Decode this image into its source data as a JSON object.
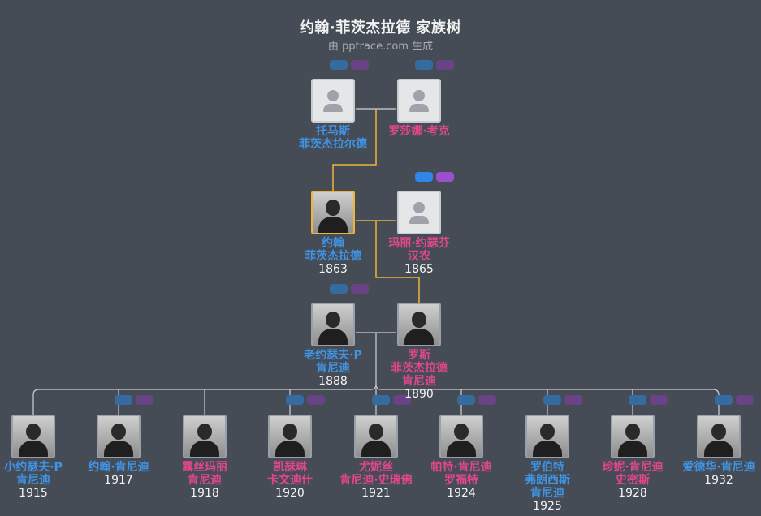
{
  "title": "约翰·菲茨杰拉德 家族树",
  "subtitle": "由 pptrace.com 生成",
  "colors": {
    "background": "#464c56",
    "male": "#3f94e6",
    "female": "#e2478c",
    "line": "#cfd2d6",
    "highlight_line": "#f0b43a"
  },
  "people": {
    "p_thomas": {
      "name_lines": [
        "托马斯",
        "菲茨杰拉尔德"
      ],
      "year": "",
      "gender": "male",
      "photo": "placeholder"
    },
    "p_rosanna": {
      "name_lines": [
        "罗莎娜·考克"
      ],
      "year": "",
      "gender": "female",
      "photo": "placeholder"
    },
    "p_john": {
      "name_lines": [
        "约翰",
        "菲茨杰拉德"
      ],
      "year": "1863",
      "gender": "male",
      "photo": "portrait",
      "selected": true
    },
    "p_mary": {
      "name_lines": [
        "玛丽·约瑟芬",
        "汉农"
      ],
      "year": "1865",
      "gender": "female",
      "photo": "placeholder"
    },
    "p_joseph_sr": {
      "name_lines": [
        "老约瑟夫·P",
        "肯尼迪"
      ],
      "year": "1888",
      "gender": "male",
      "photo": "portrait"
    },
    "p_rose": {
      "name_lines": [
        "罗斯",
        "菲茨杰拉德",
        "肯尼迪"
      ],
      "year": "1890",
      "gender": "female",
      "photo": "portrait"
    },
    "c_joseph_jr": {
      "name_lines": [
        "小约瑟夫·P",
        "肯尼迪"
      ],
      "year": "1915",
      "gender": "male",
      "photo": "portrait"
    },
    "c_jfk": {
      "name_lines": [
        "约翰·肯尼迪"
      ],
      "year": "1917",
      "gender": "male",
      "photo": "portrait"
    },
    "c_rosemary": {
      "name_lines": [
        "露丝玛丽",
        "肯尼迪"
      ],
      "year": "1918",
      "gender": "female",
      "photo": "portrait"
    },
    "c_kathleen": {
      "name_lines": [
        "凯瑟琳",
        "卡文迪什"
      ],
      "year": "1920",
      "gender": "female",
      "photo": "portrait"
    },
    "c_eunice": {
      "name_lines": [
        "尤妮丝",
        "肯尼迪·史瑞佛"
      ],
      "year": "1921",
      "gender": "female",
      "photo": "portrait"
    },
    "c_patricia": {
      "name_lines": [
        "帕特·肯尼迪",
        "罗福特"
      ],
      "year": "1924",
      "gender": "female",
      "photo": "portrait"
    },
    "c_robert": {
      "name_lines": [
        "罗伯特",
        "弗朗西斯",
        "肯尼迪"
      ],
      "year": "1925",
      "gender": "male",
      "photo": "portrait"
    },
    "c_jean": {
      "name_lines": [
        "珍妮·肯尼迪",
        "史密斯"
      ],
      "year": "1928",
      "gender": "female",
      "photo": "portrait"
    },
    "c_edward": {
      "name_lines": [
        "爱德华·肯尼迪"
      ],
      "year": "1932",
      "gender": "male",
      "photo": "portrait"
    }
  }
}
